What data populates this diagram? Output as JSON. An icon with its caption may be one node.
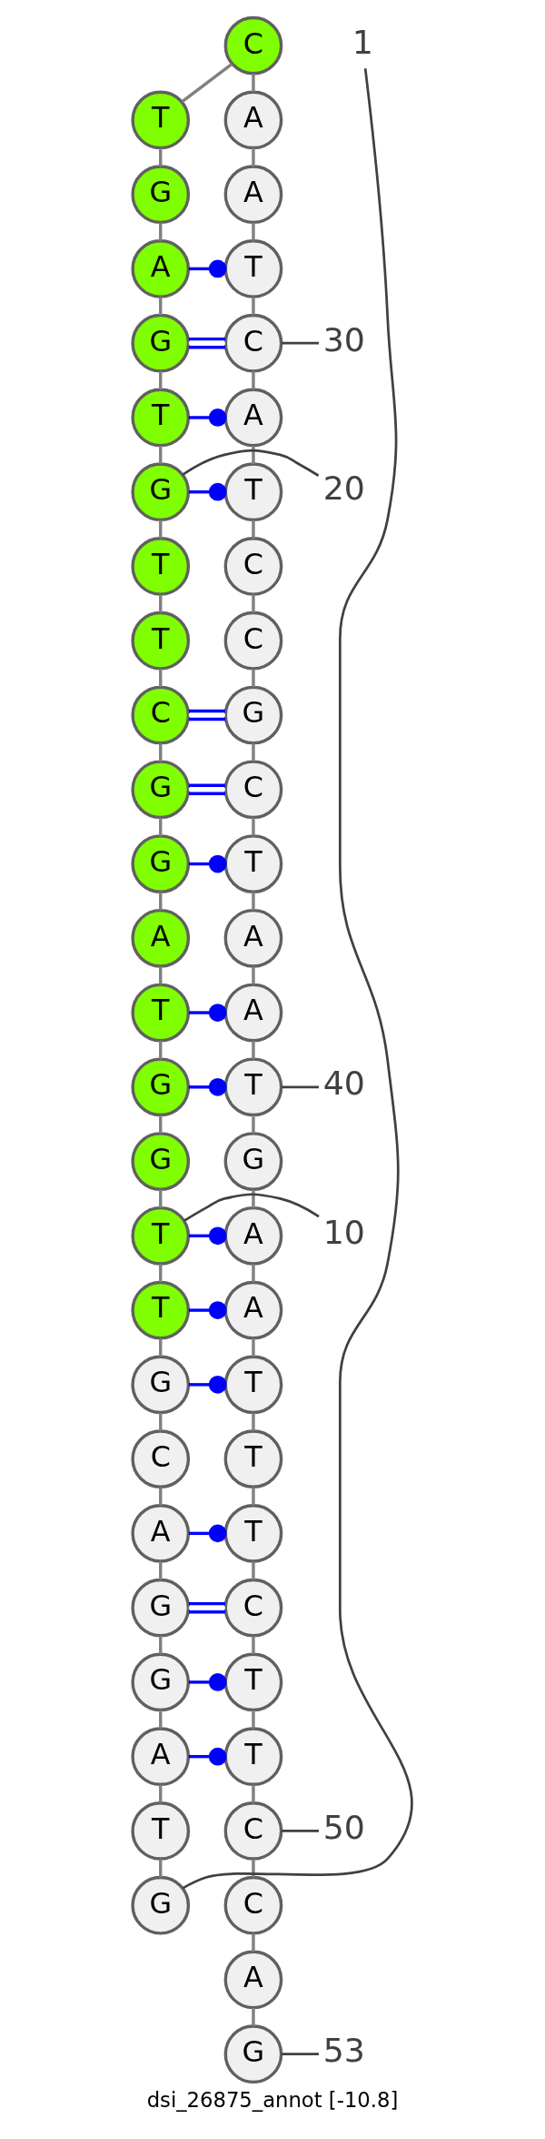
{
  "diagram": {
    "caption": "dsi_26875_annot [-10.8]",
    "nodes": [
      {
        "text": [
          "G"
        ]
      },
      {
        "text": [
          "T"
        ]
      },
      {
        "text": [
          "A"
        ]
      },
      {
        "text": [
          "G"
        ]
      },
      {
        "text": [
          "G"
        ]
      },
      {
        "text": [
          "A"
        ]
      },
      {
        "text": [
          "C"
        ]
      },
      {
        "text": [
          "G"
        ]
      },
      {
        "text": [
          "T"
        ]
      },
      {
        "text": [
          "T"
        ]
      },
      {
        "text": [
          "G"
        ]
      },
      {
        "text": [
          "G"
        ]
      },
      {
        "text": [
          "T"
        ]
      },
      {
        "text": [
          "A"
        ]
      },
      {
        "text": [
          "G"
        ]
      },
      {
        "text": [
          "G"
        ]
      },
      {
        "text": [
          "C"
        ]
      },
      {
        "text": [
          "T"
        ]
      },
      {
        "text": [
          "T"
        ]
      },
      {
        "text": [
          "G"
        ]
      },
      {
        "text": [
          "T"
        ]
      },
      {
        "text": [
          "G"
        ]
      },
      {
        "text": [
          "A"
        ]
      },
      {
        "text": [
          "G"
        ]
      },
      {
        "text": [
          "T"
        ]
      },
      {
        "text": [
          "C"
        ]
      },
      {
        "text": [
          "A"
        ]
      },
      {
        "text": [
          "A"
        ]
      },
      {
        "text": [
          "T"
        ]
      },
      {
        "text": [
          "C"
        ]
      },
      {
        "text": [
          "A"
        ]
      },
      {
        "text": [
          "T"
        ]
      },
      {
        "text": [
          "C"
        ]
      },
      {
        "text": [
          "C"
        ]
      },
      {
        "text": [
          "G"
        ]
      },
      {
        "text": [
          "C"
        ]
      },
      {
        "text": [
          "T"
        ]
      },
      {
        "text": [
          "A"
        ]
      },
      {
        "text": [
          "A"
        ]
      },
      {
        "text": [
          "T"
        ]
      },
      {
        "text": [
          "G"
        ]
      },
      {
        "text": [
          "A"
        ]
      },
      {
        "text": [
          "A"
        ]
      },
      {
        "text": [
          "T"
        ]
      },
      {
        "text": [
          "T"
        ]
      },
      {
        "text": [
          "T"
        ]
      },
      {
        "text": [
          "C"
        ]
      },
      {
        "text": [
          "T"
        ]
      },
      {
        "text": [
          "T"
        ]
      },
      {
        "text": [
          "C"
        ]
      },
      {
        "text": [
          "C"
        ]
      },
      {
        "text": [
          "A"
        ]
      },
      {
        "text": [
          "G"
        ]
      },
      {
        "text": [
          "1"
        ]
      },
      {
        "text": [
          "10"
        ]
      },
      {
        "text": [
          "20"
        ]
      },
      {
        "text": [
          "30"
        ]
      },
      {
        "text": [
          "40"
        ]
      },
      {
        "text": [
          "50"
        ]
      },
      {
        "text": [
          "53"
        ]
      }
    ],
    "edges": [
      {
        "from": 0,
        "to": 1,
        "arrow": "none"
      },
      {
        "from": 1,
        "to": 2,
        "arrow": "none"
      },
      {
        "from": 2,
        "to": 3,
        "arrow": "none"
      },
      {
        "from": 3,
        "to": 4,
        "arrow": "none"
      },
      {
        "from": 4,
        "to": 5,
        "arrow": "none"
      },
      {
        "from": 5,
        "to": 6,
        "arrow": "none"
      },
      {
        "from": 6,
        "to": 7,
        "arrow": "none"
      },
      {
        "from": 7,
        "to": 8,
        "arrow": "none"
      },
      {
        "from": 8,
        "to": 9,
        "arrow": "none"
      },
      {
        "from": 9,
        "to": 10,
        "arrow": "none"
      },
      {
        "from": 10,
        "to": 11,
        "arrow": "none"
      },
      {
        "from": 11,
        "to": 12,
        "arrow": "none"
      },
      {
        "from": 12,
        "to": 13,
        "arrow": "none"
      },
      {
        "from": 13,
        "to": 14,
        "arrow": "none"
      },
      {
        "from": 14,
        "to": 15,
        "arrow": "none"
      },
      {
        "from": 15,
        "to": 16,
        "arrow": "none"
      },
      {
        "from": 16,
        "to": 17,
        "arrow": "none"
      },
      {
        "from": 17,
        "to": 18,
        "arrow": "none"
      },
      {
        "from": 18,
        "to": 19,
        "arrow": "none"
      },
      {
        "from": 19,
        "to": 20,
        "arrow": "none"
      },
      {
        "from": 20,
        "to": 21,
        "arrow": "none"
      },
      {
        "from": 21,
        "to": 22,
        "arrow": "none"
      },
      {
        "from": 22,
        "to": 23,
        "arrow": "none"
      },
      {
        "from": 23,
        "to": 24,
        "arrow": "none"
      },
      {
        "from": 24,
        "to": 25,
        "arrow": "none"
      },
      {
        "from": 25,
        "to": 26,
        "arrow": "none"
      },
      {
        "from": 26,
        "to": 27,
        "arrow": "none"
      },
      {
        "from": 27,
        "to": 28,
        "arrow": "none"
      },
      {
        "from": 28,
        "to": 29,
        "arrow": "none"
      },
      {
        "from": 29,
        "to": 30,
        "arrow": "none"
      },
      {
        "from": 30,
        "to": 31,
        "arrow": "none"
      },
      {
        "from": 31,
        "to": 32,
        "arrow": "none"
      },
      {
        "from": 32,
        "to": 33,
        "arrow": "none"
      },
      {
        "from": 33,
        "to": 34,
        "arrow": "none"
      },
      {
        "from": 34,
        "to": 35,
        "arrow": "none"
      },
      {
        "from": 35,
        "to": 36,
        "arrow": "none"
      },
      {
        "from": 36,
        "to": 37,
        "arrow": "none"
      },
      {
        "from": 37,
        "to": 38,
        "arrow": "none"
      },
      {
        "from": 38,
        "to": 39,
        "arrow": "none"
      },
      {
        "from": 39,
        "to": 40,
        "arrow": "none"
      },
      {
        "from": 40,
        "to": 41,
        "arrow": "none"
      },
      {
        "from": 41,
        "to": 42,
        "arrow": "none"
      },
      {
        "from": 42,
        "to": 43,
        "arrow": "none"
      },
      {
        "from": 43,
        "to": 44,
        "arrow": "none"
      },
      {
        "from": 44,
        "to": 45,
        "arrow": "none"
      },
      {
        "from": 45,
        "to": 46,
        "arrow": "none"
      },
      {
        "from": 46,
        "to": 47,
        "arrow": "none"
      },
      {
        "from": 47,
        "to": 48,
        "arrow": "none"
      },
      {
        "from": 48,
        "to": 49,
        "arrow": "none"
      },
      {
        "from": 49,
        "to": 50,
        "arrow": "none"
      },
      {
        "from": 50,
        "to": 51,
        "arrow": "none"
      },
      {
        "from": 51,
        "to": 52,
        "arrow": "none"
      },
      {
        "from": 2,
        "to": 48,
        "arrow": "other",
        "color": "#0000ff"
      },
      {
        "from": 3,
        "to": 47,
        "arrow": "other",
        "color": "#0000ff"
      },
      {
        "from": 4,
        "to": 46,
        "arrow": "none",
        "color": "#0000ff"
      },
      {
        "from": 5,
        "to": 45,
        "arrow": "other",
        "color": "#0000ff"
      },
      {
        "from": 7,
        "to": 43,
        "arrow": "other",
        "color": "#0000ff"
      },
      {
        "from": 8,
        "to": 42,
        "arrow": "other",
        "color": "#0000ff"
      },
      {
        "from": 9,
        "to": 41,
        "arrow": "other",
        "color": "#0000ff"
      },
      {
        "from": 11,
        "to": 39,
        "arrow": "other",
        "color": "#0000ff"
      },
      {
        "from": 12,
        "to": 38,
        "arrow": "other",
        "color": "#0000ff"
      },
      {
        "from": 14,
        "to": 36,
        "arrow": "other",
        "color": "#0000ff"
      },
      {
        "from": 15,
        "to": 35,
        "arrow": "none",
        "color": "#0000ff"
      },
      {
        "from": 16,
        "to": 34,
        "arrow": "none",
        "color": "#0000ff"
      },
      {
        "from": 19,
        "to": 31,
        "arrow": "other",
        "color": "#0000ff"
      },
      {
        "from": 20,
        "to": 30,
        "arrow": "other",
        "color": "#0000ff"
      },
      {
        "from": 21,
        "to": 29,
        "arrow": "none",
        "color": "#0000ff"
      },
      {
        "from": 22,
        "to": 28,
        "arrow": "other",
        "color": "#0000ff"
      },
      {
        "from": 53,
        "to": 0,
        "arrow": "none"
      },
      {
        "from": 54,
        "to": 9,
        "arrow": "none"
      },
      {
        "from": 55,
        "to": 19,
        "arrow": "none"
      },
      {
        "from": 56,
        "to": 29,
        "arrow": "none"
      },
      {
        "from": 57,
        "to": 39,
        "arrow": "none"
      },
      {
        "from": 58,
        "to": 49,
        "arrow": "none"
      },
      {
        "from": 59,
        "to": 52,
        "arrow": "none"
      }
    ]
  }
}
